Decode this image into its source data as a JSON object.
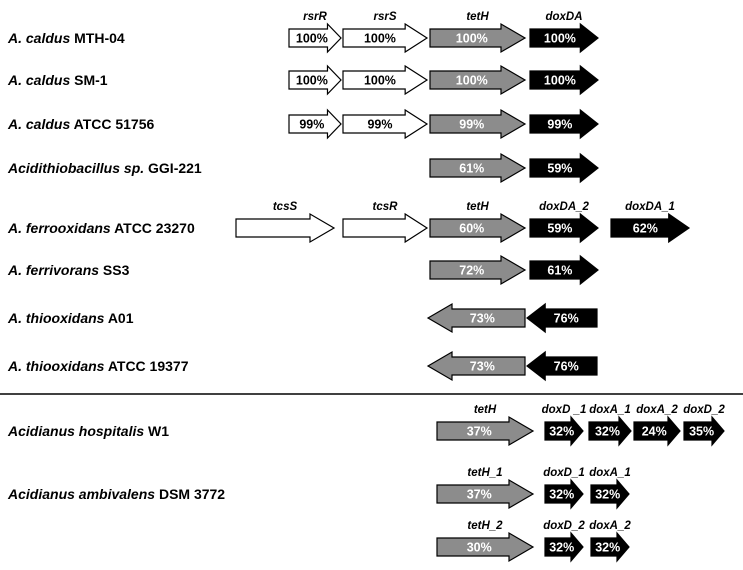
{
  "colors": {
    "outline": "#000000",
    "white_gene": "#ffffff",
    "grey_gene": "#8c8c8c",
    "black_gene": "#000000"
  },
  "rows": [
    {
      "organism": {
        "italic": "A. caldus",
        "strain": "MTH-04"
      },
      "genes": [
        {
          "label": "rsrR",
          "pct": "100%",
          "fill": "white",
          "dir": "right"
        },
        {
          "label": "rsrS",
          "pct": "100%",
          "fill": "white",
          "dir": "right"
        },
        {
          "label": "tetH",
          "pct": "100%",
          "fill": "grey",
          "dir": "right"
        },
        {
          "label": "doxDA",
          "pct": "100%",
          "fill": "black",
          "dir": "right"
        }
      ]
    },
    {
      "organism": {
        "italic": "A. caldus",
        "strain": "SM-1"
      },
      "genes": [
        {
          "label": "",
          "pct": "100%",
          "fill": "white",
          "dir": "right"
        },
        {
          "label": "",
          "pct": "100%",
          "fill": "white",
          "dir": "right"
        },
        {
          "label": "",
          "pct": "100%",
          "fill": "grey",
          "dir": "right"
        },
        {
          "label": "",
          "pct": "100%",
          "fill": "black",
          "dir": "right"
        }
      ]
    },
    {
      "organism": {
        "italic": "A. caldus",
        "strain": "ATCC 51756"
      },
      "genes": [
        {
          "label": "",
          "pct": "99%",
          "fill": "white",
          "dir": "right"
        },
        {
          "label": "",
          "pct": "99%",
          "fill": "white",
          "dir": "right"
        },
        {
          "label": "",
          "pct": "99%",
          "fill": "grey",
          "dir": "right"
        },
        {
          "label": "",
          "pct": "99%",
          "fill": "black",
          "dir": "right"
        }
      ]
    },
    {
      "organism": {
        "italic": "Acidithiobacillus  sp.",
        "strain": "GGI-221"
      },
      "genes": [
        {
          "label": "",
          "pct": "61%",
          "fill": "grey",
          "dir": "right"
        },
        {
          "label": "",
          "pct": "59%",
          "fill": "black",
          "dir": "right"
        }
      ]
    },
    {
      "organism": {
        "italic": "A. ferrooxidans",
        "strain": "ATCC 23270"
      },
      "genes": [
        {
          "label": "tcsS",
          "pct": "",
          "fill": "white",
          "dir": "right"
        },
        {
          "label": "tcsR",
          "pct": "",
          "fill": "white",
          "dir": "right"
        },
        {
          "label": "tetH",
          "pct": "60%",
          "fill": "grey",
          "dir": "right"
        },
        {
          "label": "doxDA_2",
          "pct": "59%",
          "fill": "black",
          "dir": "right"
        },
        {
          "label": "doxDA_1",
          "pct": "62%",
          "fill": "black",
          "dir": "right"
        }
      ]
    },
    {
      "organism": {
        "italic": "A. ferrivorans",
        "strain": "SS3"
      },
      "genes": [
        {
          "label": "",
          "pct": "72%",
          "fill": "grey",
          "dir": "right"
        },
        {
          "label": "",
          "pct": "61%",
          "fill": "black",
          "dir": "right"
        }
      ]
    },
    {
      "organism": {
        "italic": "A. thiooxidans",
        "strain": "A01"
      },
      "genes": [
        {
          "label": "",
          "pct": "73%",
          "fill": "grey",
          "dir": "left"
        },
        {
          "label": "",
          "pct": "76%",
          "fill": "black",
          "dir": "left"
        }
      ]
    },
    {
      "organism": {
        "italic": "A. thiooxidans",
        "strain": "ATCC 19377"
      },
      "genes": [
        {
          "label": "",
          "pct": "73%",
          "fill": "grey",
          "dir": "left"
        },
        {
          "label": "",
          "pct": "76%",
          "fill": "black",
          "dir": "left"
        }
      ]
    },
    {
      "organism": {
        "italic": "Acidianus hospitalis",
        "strain": "W1"
      },
      "genes": [
        {
          "label": "tetH",
          "pct": "37%",
          "fill": "grey",
          "dir": "right"
        },
        {
          "label": "doxD _1",
          "pct": "32%",
          "fill": "black",
          "dir": "right"
        },
        {
          "label": "doxA_1",
          "pct": "32%",
          "fill": "black",
          "dir": "right"
        },
        {
          "label": "doxA_2",
          "pct": "24%",
          "fill": "black",
          "dir": "right"
        },
        {
          "label": "doxD_2",
          "pct": "35%",
          "fill": "black",
          "dir": "right"
        }
      ]
    },
    {
      "organism": {
        "italic": "Acidianus ambivalens",
        "strain": "DSM 3772"
      },
      "genes": [
        {
          "label": "tetH_1",
          "pct": "37%",
          "fill": "grey",
          "dir": "right"
        },
        {
          "label": "doxD_1",
          "pct": "32%",
          "fill": "black",
          "dir": "right"
        },
        {
          "label": "doxA_1",
          "pct": "32%",
          "fill": "black",
          "dir": "right"
        }
      ]
    },
    {
      "organism": {
        "italic": "",
        "strain": ""
      },
      "genes": [
        {
          "label": "tetH_2",
          "pct": "30%",
          "fill": "grey",
          "dir": "right"
        },
        {
          "label": "doxD_2",
          "pct": "32%",
          "fill": "black",
          "dir": "right"
        },
        {
          "label": "doxA_2",
          "pct": "32%",
          "fill": "black",
          "dir": "right"
        }
      ]
    }
  ]
}
